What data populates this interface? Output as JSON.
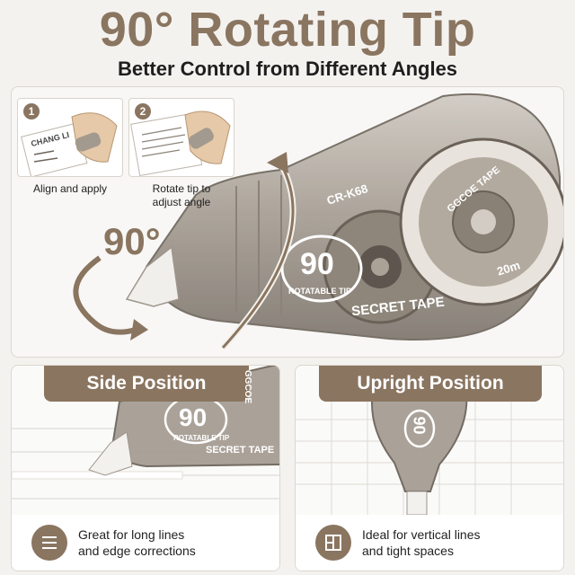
{
  "headline": "90° Rotating Tip",
  "subheadline": "Better Control from Different Angles",
  "hero": {
    "angle": "90°",
    "steps": [
      {
        "num": "1",
        "caption_lines": [
          "Align and apply"
        ],
        "paper_name": "CHANG LI"
      },
      {
        "num": "2",
        "caption_lines": [
          "Rotate tip to",
          "adjust angle"
        ]
      }
    ],
    "device": {
      "brand": "GGCOE TAPE",
      "model": "CR-K68",
      "badge_number": "90",
      "badge_caption": "ROTATABLE TIP",
      "label": "SECRET TAPE",
      "length": "20m"
    }
  },
  "cards": [
    {
      "title": "Side Position",
      "icon": "lines-icon",
      "text_lines": [
        "Great for long lines",
        "and edge corrections"
      ],
      "badge_number": "90",
      "badge_caption": "ROTATABLE TIP",
      "label": "SECRET TAPE",
      "brand": "GGCOE"
    },
    {
      "title": "Upright Position",
      "icon": "grid-icon",
      "text_lines": [
        "Ideal for vertical lines",
        "and tight spaces"
      ],
      "badge_number": "90"
    }
  ],
  "colors": {
    "accent": "#8a7560",
    "text": "#1e1e1e",
    "background": "#f4f2ef"
  }
}
